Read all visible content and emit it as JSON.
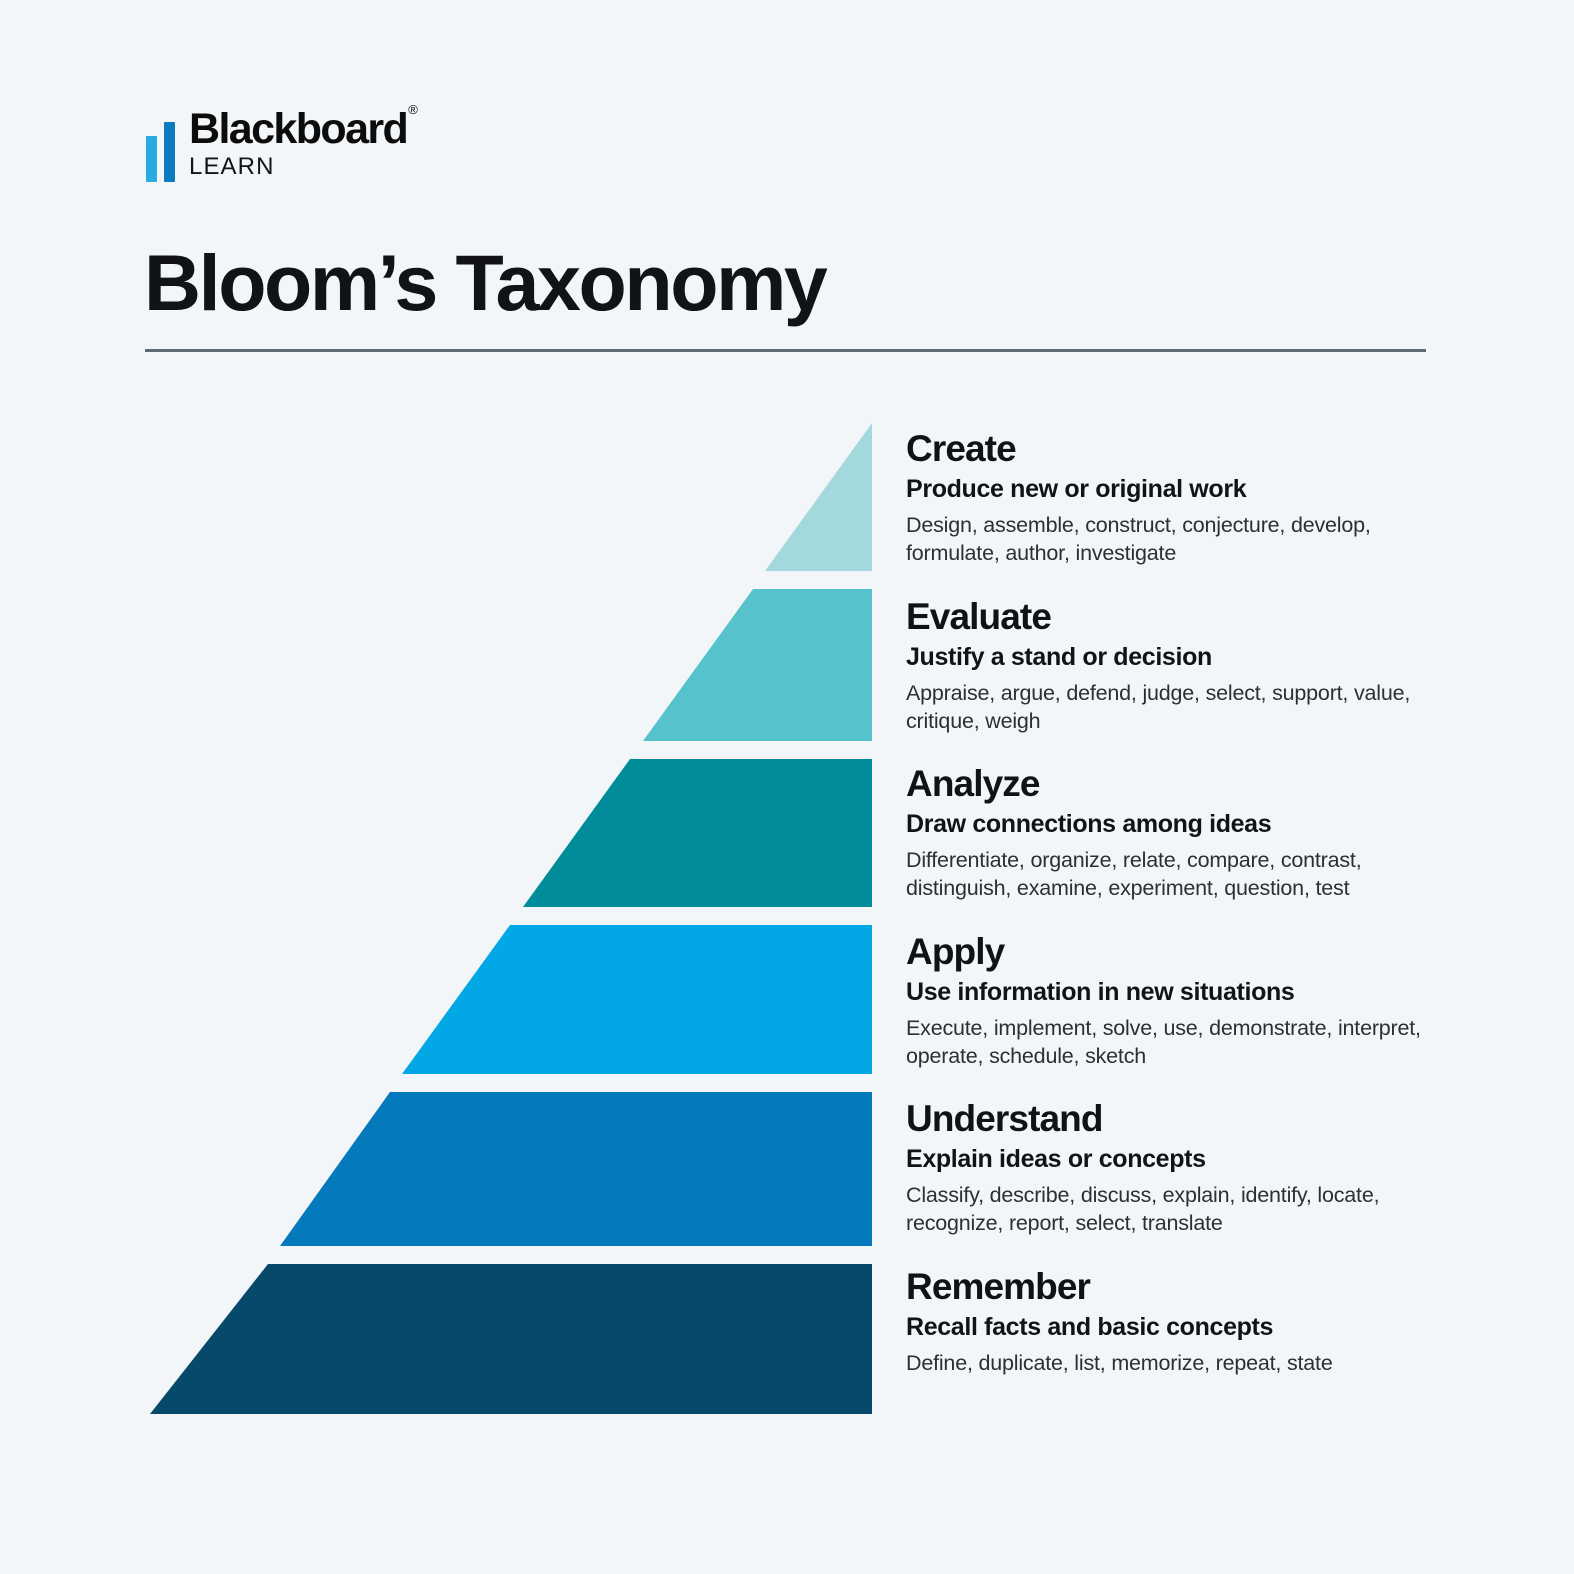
{
  "brand": {
    "name": "Blackboard",
    "trademark": "®",
    "product": "LEARN",
    "bar_light_color": "#29abe2",
    "bar_dark_color": "#0b7bc1"
  },
  "header": {
    "title": "Bloom’s Taxonomy",
    "rule_color": "#5f6b74"
  },
  "canvas": {
    "background": "#f2f6f8"
  },
  "chart_data": {
    "type": "pyramid",
    "title": "Bloom’s Taxonomy",
    "orientation": "half-pyramid-right-aligned",
    "apex": "top",
    "level_count": 6,
    "levels": [
      {
        "rank": 6,
        "name": "Create",
        "description": "Produce new or original work",
        "verbs": "Design, assemble, construct, conjecture, develop, formulate, author, investigate",
        "color": "#a3d9dd"
      },
      {
        "rank": 5,
        "name": "Evaluate",
        "description": "Justify a stand or decision",
        "verbs": "Appraise, argue, defend, judge, select, support, value, critique, weigh",
        "color": "#56c2cc"
      },
      {
        "rank": 4,
        "name": "Analyze",
        "description": "Draw connections among ideas",
        "verbs": "Differentiate, organize, relate, compare, contrast, distinguish, examine, experiment, question, test",
        "color": "#008c99"
      },
      {
        "rank": 3,
        "name": "Apply",
        "description": "Use information in new situations",
        "verbs": "Execute, implement, solve, use, demonstrate, interpret, operate, schedule, sketch",
        "color": "#02a7e5"
      },
      {
        "rank": 2,
        "name": "Understand",
        "description": "Explain ideas or concepts",
        "verbs": "Classify, describe, discuss, explain, identify, locate, recognize, report, select, translate",
        "color": "#0479bc"
      },
      {
        "rank": 1,
        "name": "Remember",
        "description": "Recall facts and basic concepts",
        "verbs": "Define, duplicate, list, memorize, repeat, state",
        "color": "#06496b"
      }
    ]
  }
}
